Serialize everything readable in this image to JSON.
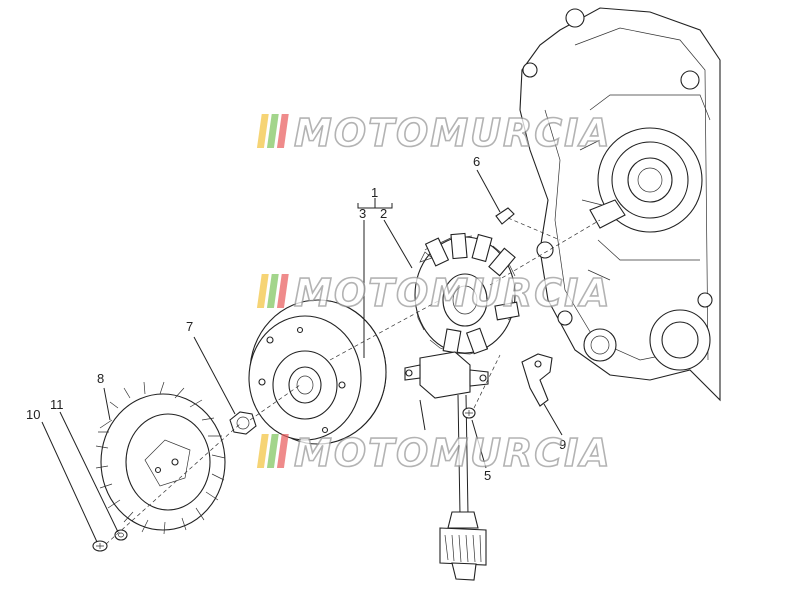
{
  "callouts": [
    {
      "id": "1",
      "label": "1"
    },
    {
      "id": "2",
      "label": "2"
    },
    {
      "id": "3",
      "label": "3"
    },
    {
      "id": "5",
      "label": "5"
    },
    {
      "id": "6",
      "label": "6"
    },
    {
      "id": "7",
      "label": "7"
    },
    {
      "id": "8",
      "label": "8"
    },
    {
      "id": "9",
      "label": "9"
    },
    {
      "id": "10",
      "label": "10"
    },
    {
      "id": "11",
      "label": "11"
    }
  ],
  "watermark": {
    "text": "MOTOMURCIA",
    "stripe_colors": [
      "#f2c23a",
      "#7cc35a",
      "#e85a5a"
    ]
  }
}
